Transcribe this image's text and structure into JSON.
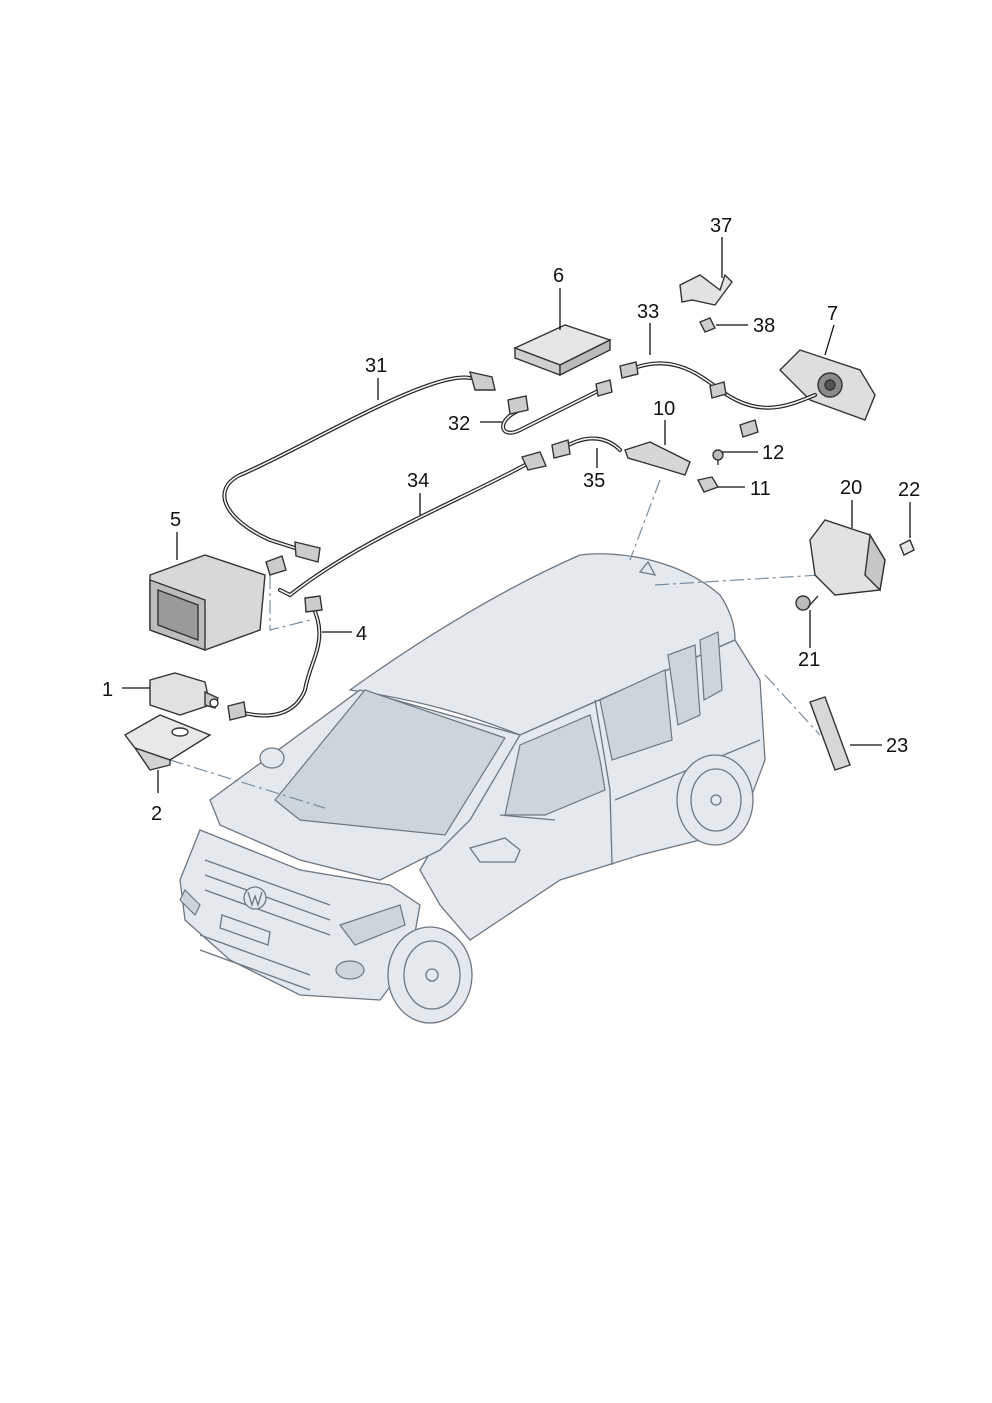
{
  "callouts": {
    "c1": "1",
    "c2": "2",
    "c4": "4",
    "c5": "5",
    "c6": "6",
    "c7": "7",
    "c10": "10",
    "c11": "11",
    "c12": "12",
    "c20": "20",
    "c21": "21",
    "c22": "22",
    "c23": "23",
    "c31": "31",
    "c32": "32",
    "c33": "33",
    "c34": "34",
    "c35": "35",
    "c37": "37",
    "c38": "38"
  },
  "colors": {
    "vehicle_body": "#e4e9ee",
    "vehicle_outline": "#6d7782",
    "glass": "#cdd5dc",
    "part_fill": "#dcdcdc",
    "ink": "#111111",
    "dashed_leader": "#7a8fa0"
  }
}
